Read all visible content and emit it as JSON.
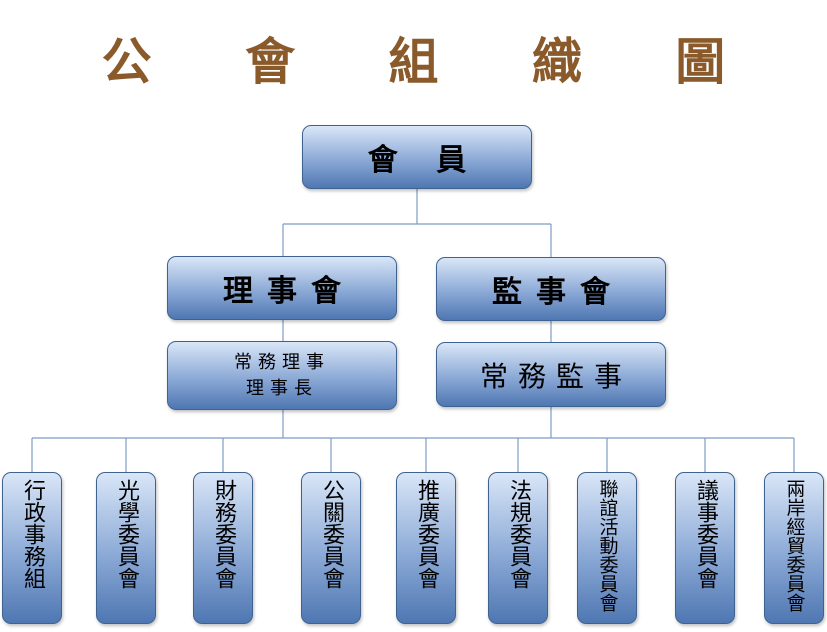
{
  "title": "公 會 組 織 圖",
  "nodes": {
    "members": "會 員",
    "board_of_directors": "理事會",
    "board_of_supervisors": "監事會",
    "standing_directors": "常務理事",
    "chairman": "理事長",
    "standing_supervisor": "常務監事"
  },
  "committees": [
    "行政事務組",
    "光學委員會",
    "財務委員會",
    "公關委員會",
    "推廣委員會",
    "法規委員會",
    "聯誼活動委員會",
    "議事委員會",
    "兩岸經貿委員會"
  ],
  "colors": {
    "title": "#8a5a2b",
    "box_light": "#d9e6f7",
    "box_dark": "#4f77b2",
    "connector": "#7f9cc4"
  }
}
